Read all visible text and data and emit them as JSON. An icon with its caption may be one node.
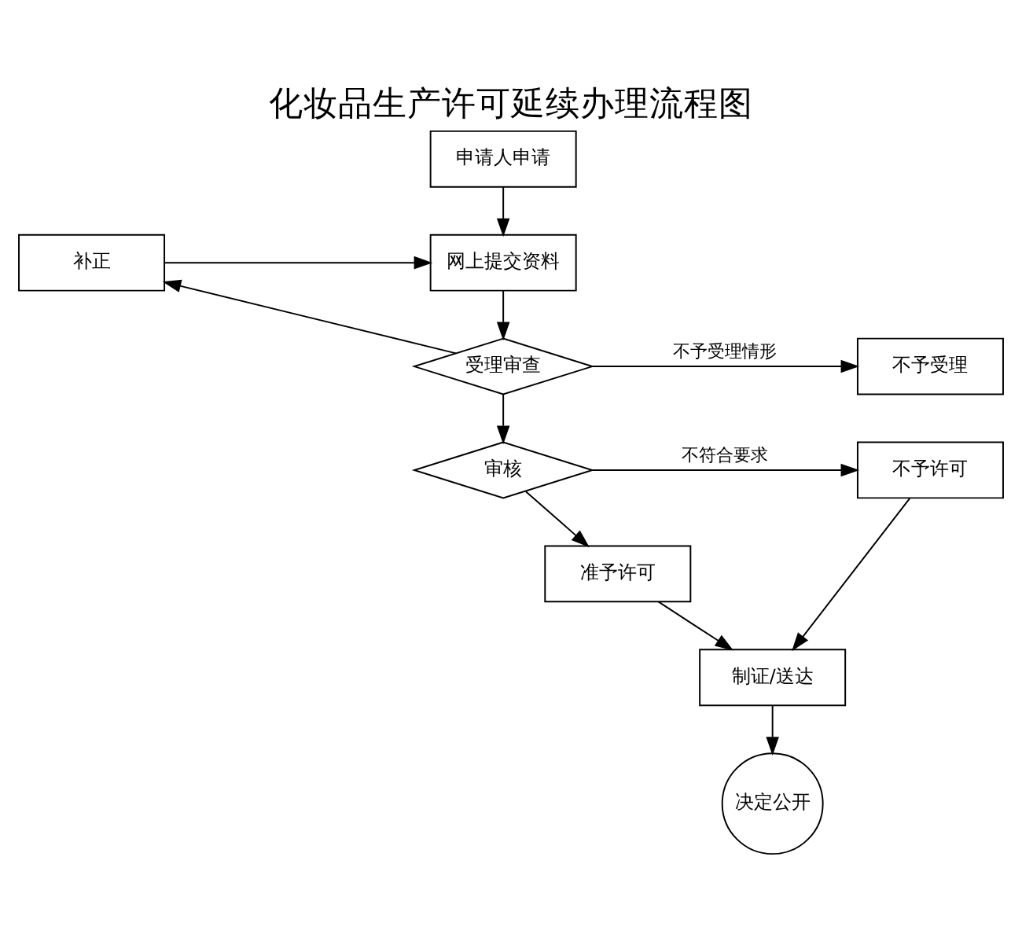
{
  "diagram": {
    "title": "化妆品生产许可延续办理流程图",
    "nodes": [
      {
        "text": [
          "申请人申请"
        ]
      },
      {
        "text": [
          "补正"
        ]
      },
      {
        "text": [
          "网上提交资料"
        ]
      },
      {
        "text": [
          "受理审查"
        ]
      },
      {
        "text": [
          "不予受理"
        ]
      },
      {
        "text": [
          "审核"
        ]
      },
      {
        "text": [
          "不予许可"
        ]
      },
      {
        "text": [
          "准予许可"
        ]
      },
      {
        "text": [
          "制证/送达"
        ]
      },
      {
        "text": [
          "决定公开"
        ]
      }
    ],
    "edges": [
      {
        "from": 0,
        "to": 2,
        "arrow": "to"
      },
      {
        "from": 1,
        "to": 2,
        "arrow": "to"
      },
      {
        "from": 2,
        "to": 3,
        "arrow": "to"
      },
      {
        "from": 3,
        "to": 1,
        "arrow": "to"
      },
      {
        "from": 3,
        "to": 4,
        "arrow": "to",
        "label": "不予受理情形"
      },
      {
        "from": 3,
        "to": 5,
        "arrow": "to"
      },
      {
        "from": 5,
        "to": 6,
        "arrow": "to",
        "label": "不符合要求"
      },
      {
        "from": 5,
        "to": 7,
        "arrow": "to"
      },
      {
        "from": 7,
        "to": 8,
        "arrow": "to"
      },
      {
        "from": 6,
        "to": 8,
        "arrow": "to"
      },
      {
        "from": 8,
        "to": 9,
        "arrow": "to"
      }
    ]
  }
}
